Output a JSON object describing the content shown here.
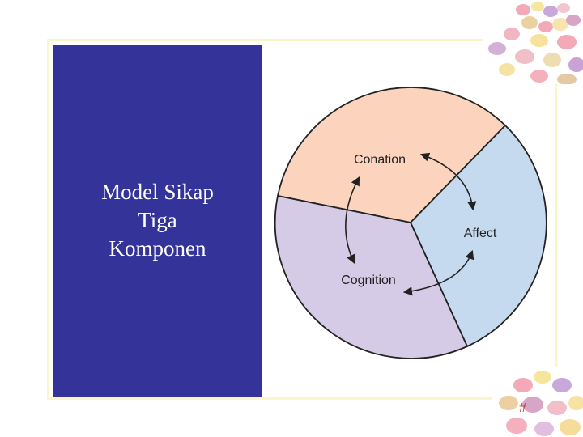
{
  "slide": {
    "title_lines": [
      "Model Sikap",
      "Tiga",
      "Komponen"
    ],
    "slide_number": "#"
  },
  "diagram": {
    "segments": [
      {
        "label": "Conation",
        "color": "#fcd3bd"
      },
      {
        "label": "Affect",
        "color": "#c6daef"
      },
      {
        "label": "Cognition",
        "color": "#d5cbe6"
      }
    ],
    "outline_color": "#222222"
  },
  "colors": {
    "left_panel": "#333399",
    "frame_border": "#fbf6c9",
    "slide_number": "#cc3333"
  }
}
